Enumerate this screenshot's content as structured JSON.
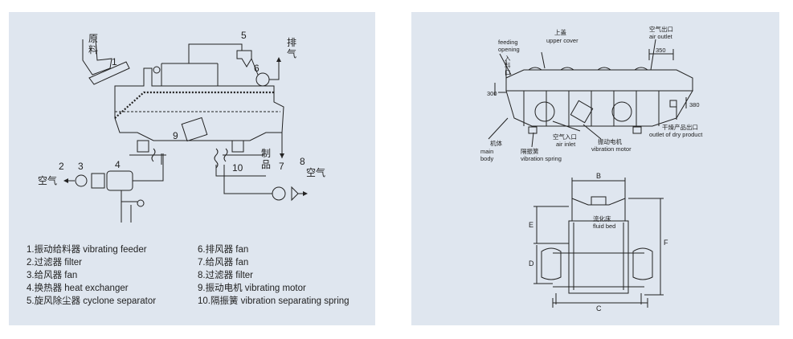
{
  "left": {
    "numbers": [
      "1",
      "2",
      "3",
      "4",
      "5",
      "6",
      "7",
      "8",
      "9",
      "10"
    ],
    "raw_material": [
      "原",
      "料"
    ],
    "exhaust": [
      "排",
      "气"
    ],
    "product": [
      "制",
      "品"
    ],
    "air_left": "空气",
    "air_right": "空气",
    "legend_left": [
      "1.振动给料器  vibrating feeder",
      "2.过滤器  filter",
      "3.给风器  fan",
      "4.换热器  heat exchanger",
      "5.旋风除尘器  cyclone separator"
    ],
    "legend_right": [
      "6.排风器  fan",
      "7.给风器  fan",
      "8.过滤器  filter",
      "9.振动电机  vibrating motor",
      "10.隔振簧  vibration separating spring"
    ]
  },
  "right": {
    "feeding_en": "feeding",
    "feeding_en2": "opening",
    "feeding_cn": [
      "入",
      "料",
      "口"
    ],
    "upper_cover_cn": "上盖",
    "upper_cover_en": "upper cover",
    "air_outlet_cn": "空气出口",
    "air_outlet_en": "air outlet",
    "dim_350": "350",
    "dim_300": "300",
    "dim_380": "380",
    "dry_product_cn": "干燥产品出口",
    "dry_product_en": "outlet of dry product",
    "main_body_cn": "机体",
    "main_body_en": [
      "main",
      "body"
    ],
    "spring_cn": "隔振簧",
    "spring_en": "vibration spring",
    "air_inlet_cn": "空气入口",
    "air_inlet_en": "air inlet",
    "motor_cn": "振动电机",
    "motor_en": "vibration motor",
    "fluid_bed_cn": "流化床",
    "fluid_bed_en": "fluid bed",
    "dim_B": "B",
    "dim_E": "E",
    "dim_D": "D",
    "dim_F": "F",
    "dim_C": "C"
  }
}
